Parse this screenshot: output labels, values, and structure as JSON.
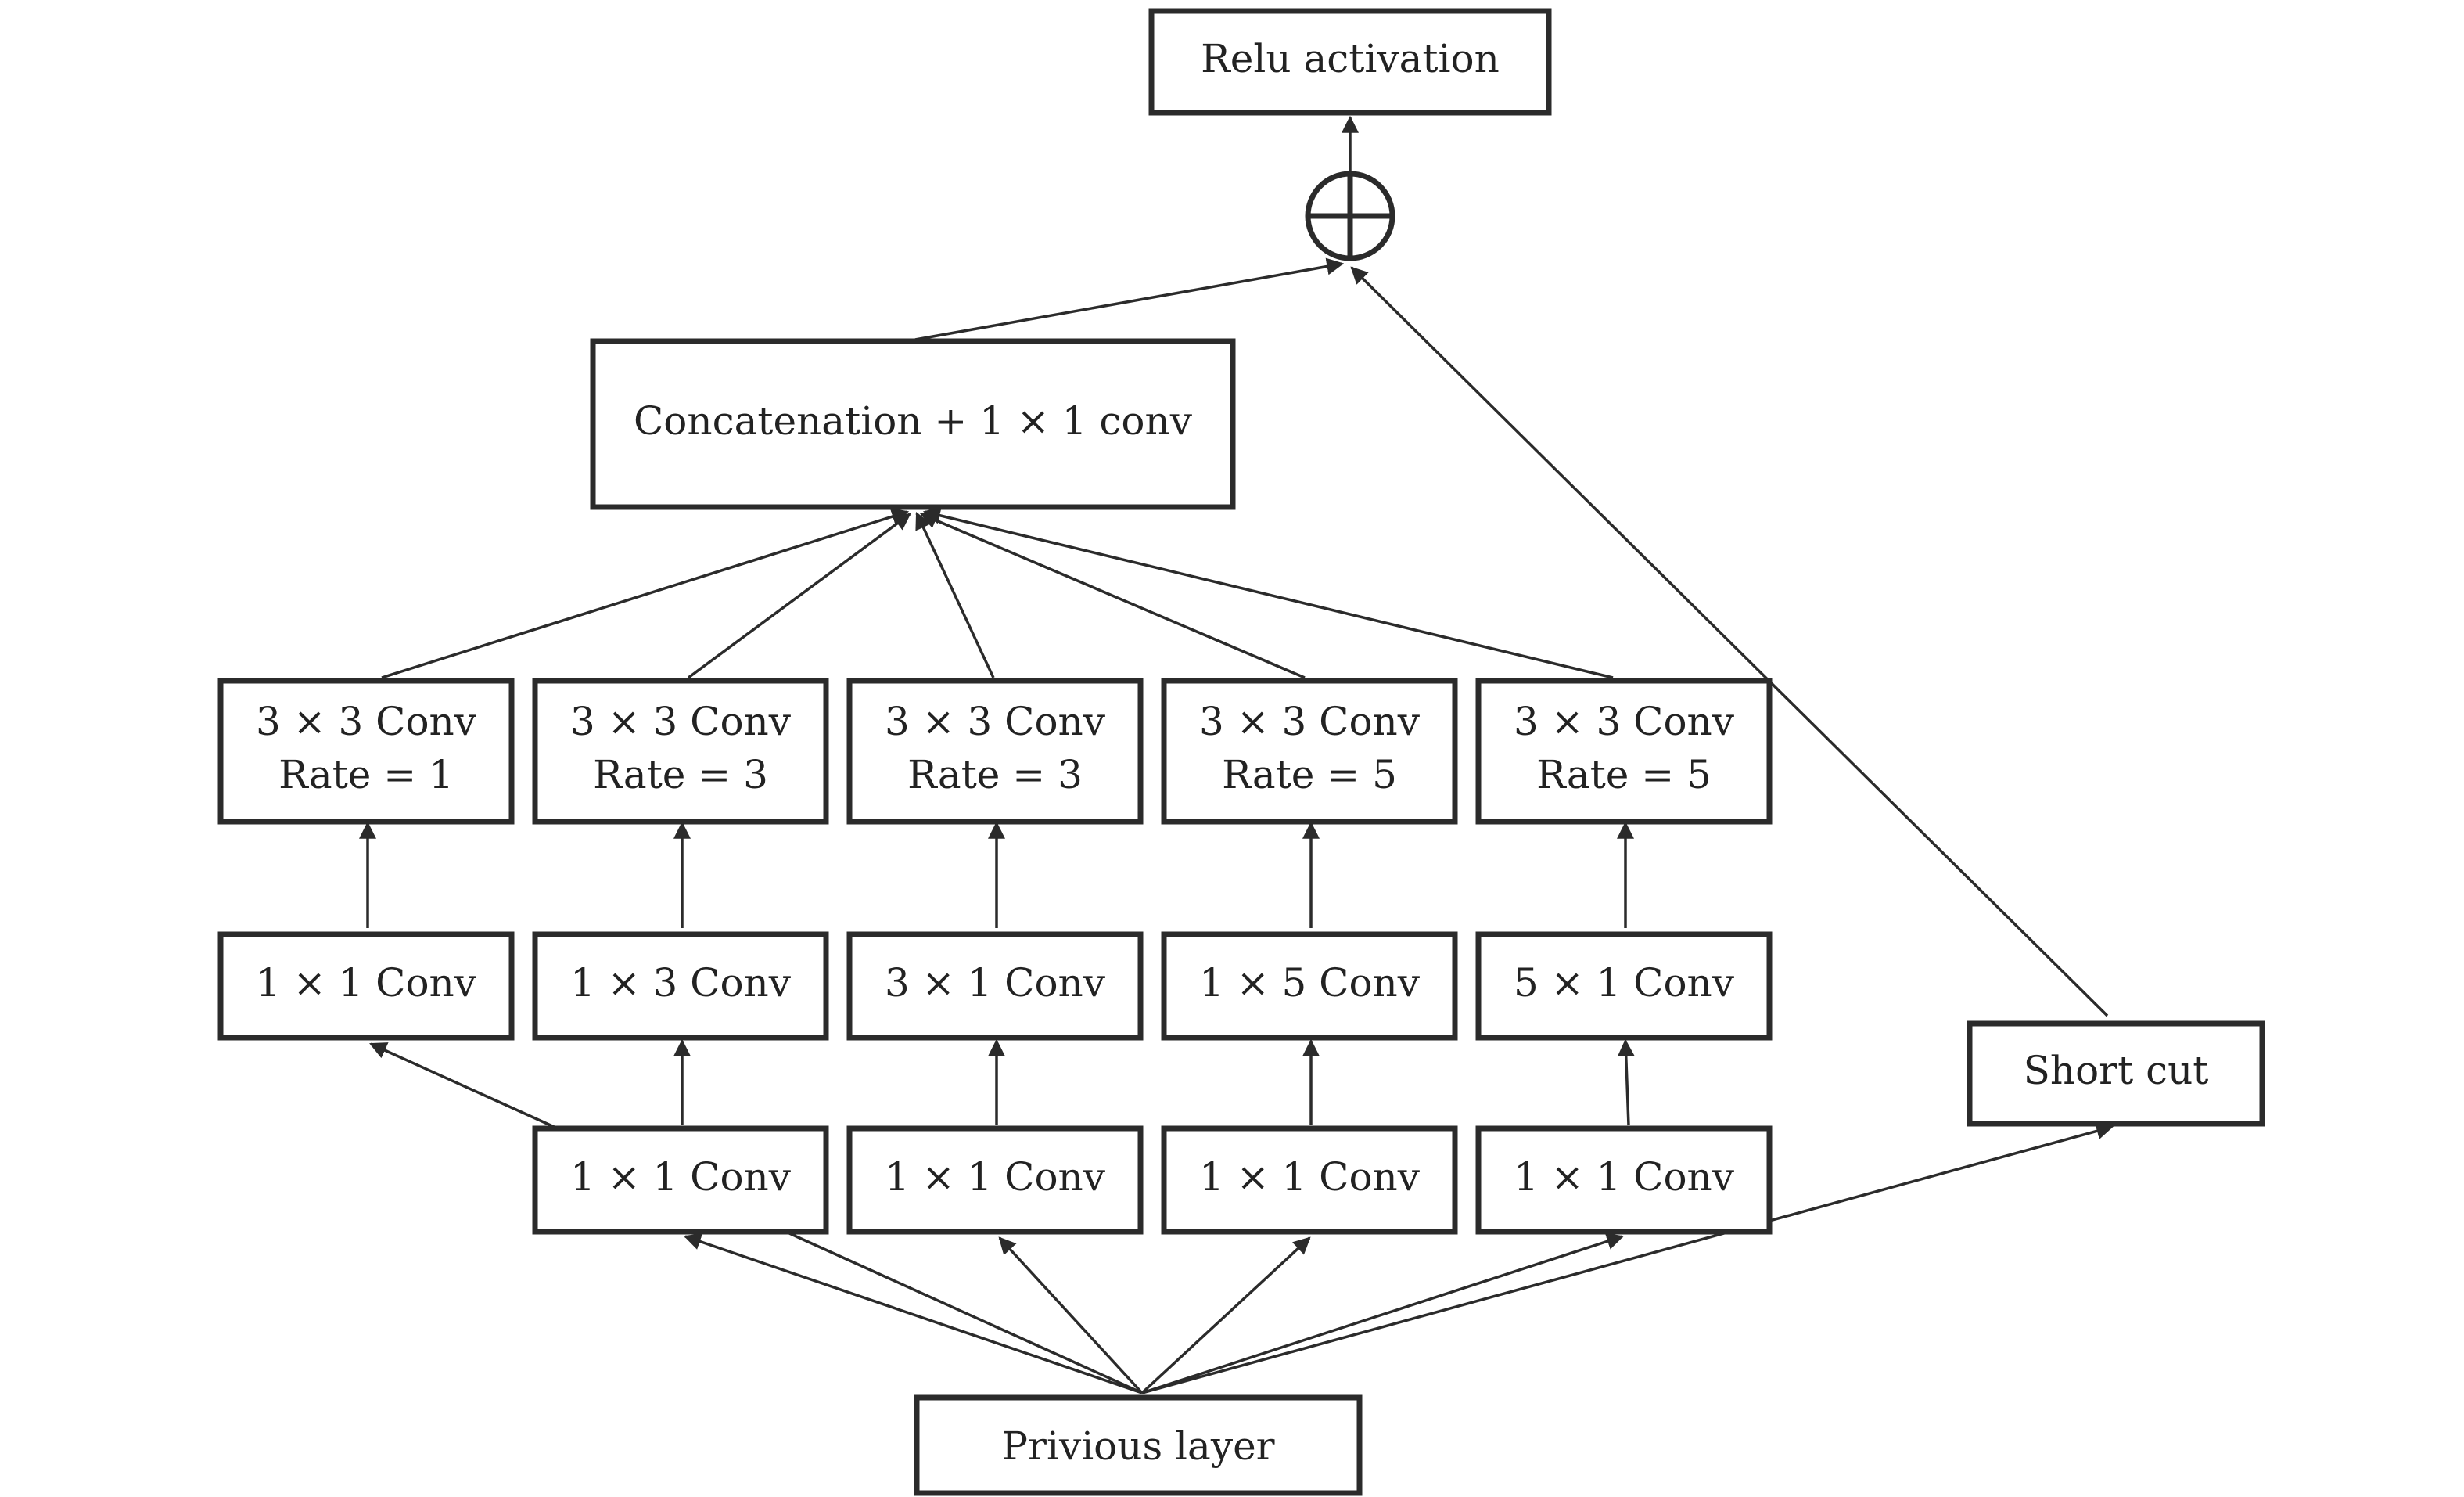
{
  "nodes": {
    "relu": "Relu activation",
    "concat": "Concatenation + 1 × 1 conv",
    "conv3_a_l1": "3 × 3 Conv",
    "conv3_a_l2": "Rate = 1",
    "conv3_b_l1": "3 × 3 Conv",
    "conv3_b_l2": "Rate = 3",
    "conv3_c_l1": "3 × 3 Conv",
    "conv3_c_l2": "Rate = 3",
    "conv3_d_l1": "3 × 3 Conv",
    "conv3_d_l2": "Rate = 5",
    "conv3_e_l1": "3 × 3 Conv",
    "conv3_e_l2": "Rate = 5",
    "mid_a": "1 × 1 Conv",
    "mid_b": "1 × 3 Conv",
    "mid_c": "3 × 1 Conv",
    "mid_d": "1 × 5 Conv",
    "mid_e": "5 × 1 Conv",
    "low_b": "1 × 1 Conv",
    "low_c": "1 × 1 Conv",
    "low_d": "1 × 1 Conv",
    "low_e": "1 × 1 Conv",
    "shortcut": "Short cut",
    "prev": "Privious layer"
  },
  "colors": {
    "stroke": "#2b2b2b",
    "text": "#222222",
    "background": "#ffffff"
  }
}
